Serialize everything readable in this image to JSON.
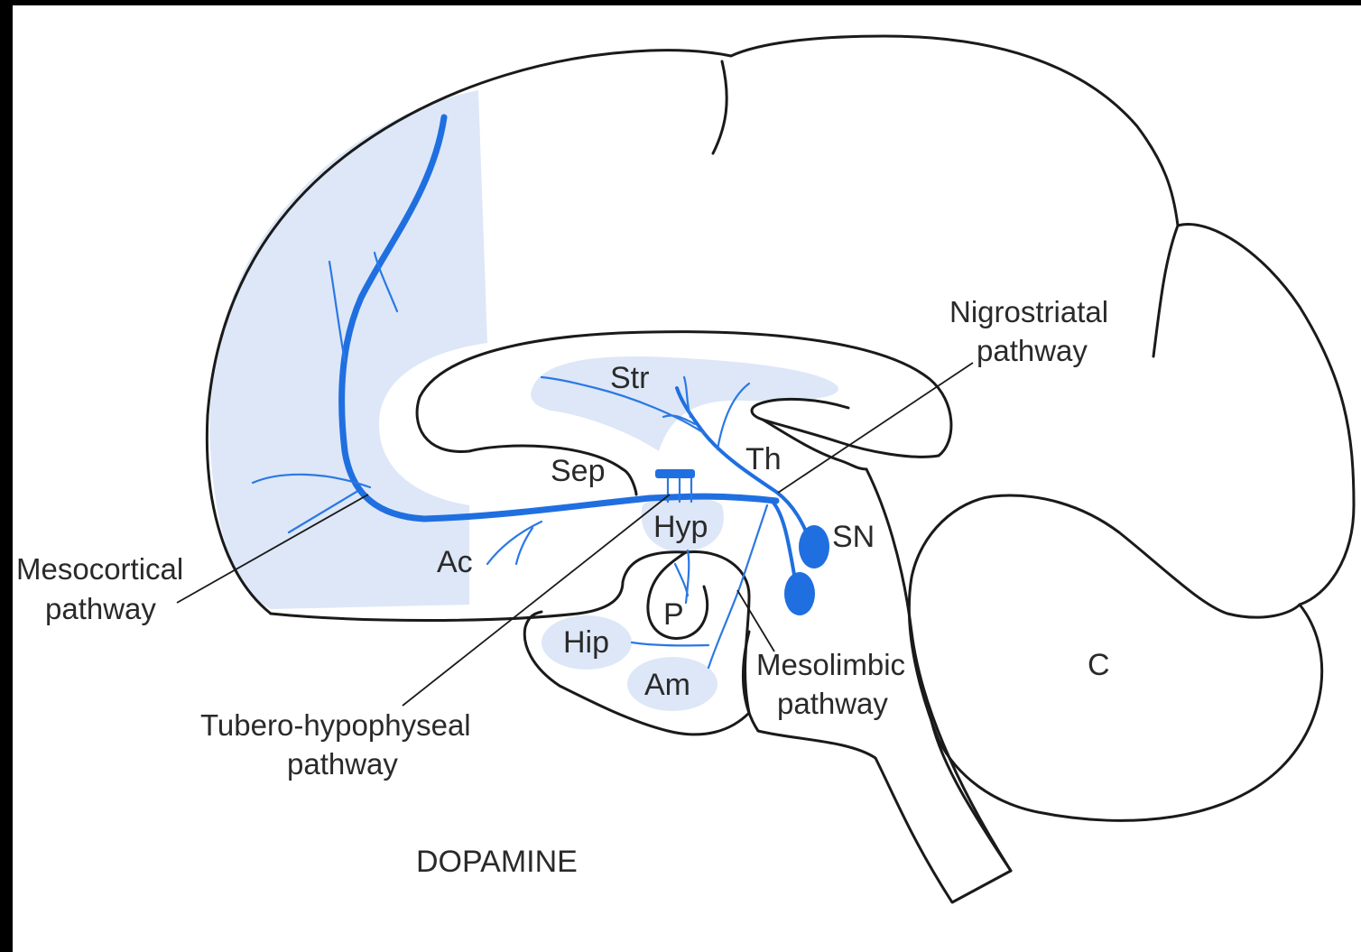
{
  "figure": {
    "title": "DOPAMINE",
    "colors": {
      "pathway": "#1f6fe0",
      "shading": "#dde7f7",
      "outline": "#1a1a1a",
      "background": "#ffffff",
      "border": "#000000"
    }
  },
  "regions": {
    "str": "Str",
    "th": "Th",
    "sep": "Sep",
    "hyp": "Hyp",
    "sn": "SN",
    "ac": "Ac",
    "p": "P",
    "hip": "Hip",
    "am": "Am",
    "c": "C"
  },
  "pathways": {
    "nigrostriatal": {
      "line1": "Nigrostriatal",
      "line2": "pathway"
    },
    "mesocortical": {
      "line1": "Mesocortical",
      "line2": "pathway"
    },
    "mesolimbic": {
      "line1": "Mesolimbic",
      "line2": "pathway"
    },
    "tubero": {
      "line1": "Tubero-hypophyseal",
      "line2": "pathway"
    }
  }
}
